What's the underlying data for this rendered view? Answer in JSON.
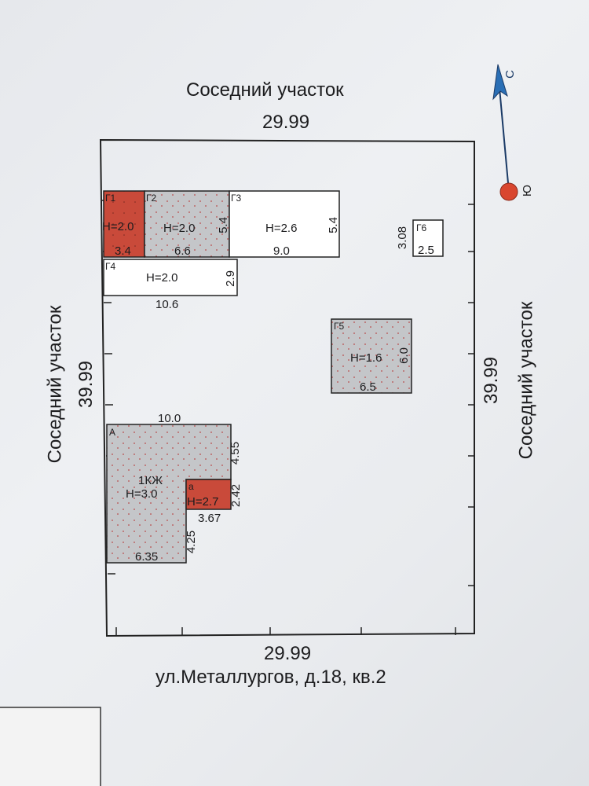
{
  "plan": {
    "top_neighbor": "Соседний участок",
    "top_dim": "29.99",
    "left_neighbor": "Соседний участок",
    "left_dim": "39.99",
    "right_neighbor": "Соседний участок",
    "right_dim": "39.99",
    "bottom_dim": "29.99",
    "address": "ул.Металлургов, д.18, кв.2",
    "north_label": "С",
    "south_label": "Ю"
  },
  "buildings": {
    "g1": {
      "name": "Г1",
      "height": "H=2.0",
      "width": "3.4"
    },
    "g2": {
      "name": "Г2",
      "height": "H=2.0",
      "width": "6.6",
      "depth": "5.4"
    },
    "g3": {
      "name": "Г3",
      "height": "H=2.6",
      "width": "9.0",
      "depth": "5.4"
    },
    "g4": {
      "name": "Г4",
      "height": "H=2.0",
      "width": "10.6",
      "depth": "2.9"
    },
    "g5": {
      "name": "Г5",
      "height": "H=1.6",
      "width": "6.5",
      "depth": "6.0"
    },
    "g6": {
      "name": "Г6",
      "width": "2.5",
      "depth": "3.08"
    },
    "house": {
      "name": "А",
      "type": "1КЖ",
      "height": "H=3.0",
      "top_width": "10.0",
      "side_top": "4.55",
      "bottom_width": "6.35",
      "inner_side": "4.25"
    },
    "annex": {
      "name": "а",
      "height": "H=2.7",
      "width": "3.67",
      "depth": "2.42"
    }
  },
  "colors": {
    "red_fill": "#c94a3a",
    "gray_fill": "#c4c6c9",
    "line": "#222222",
    "compass_arrow": "#2a6fb5",
    "compass_dot": "#d9462f"
  }
}
